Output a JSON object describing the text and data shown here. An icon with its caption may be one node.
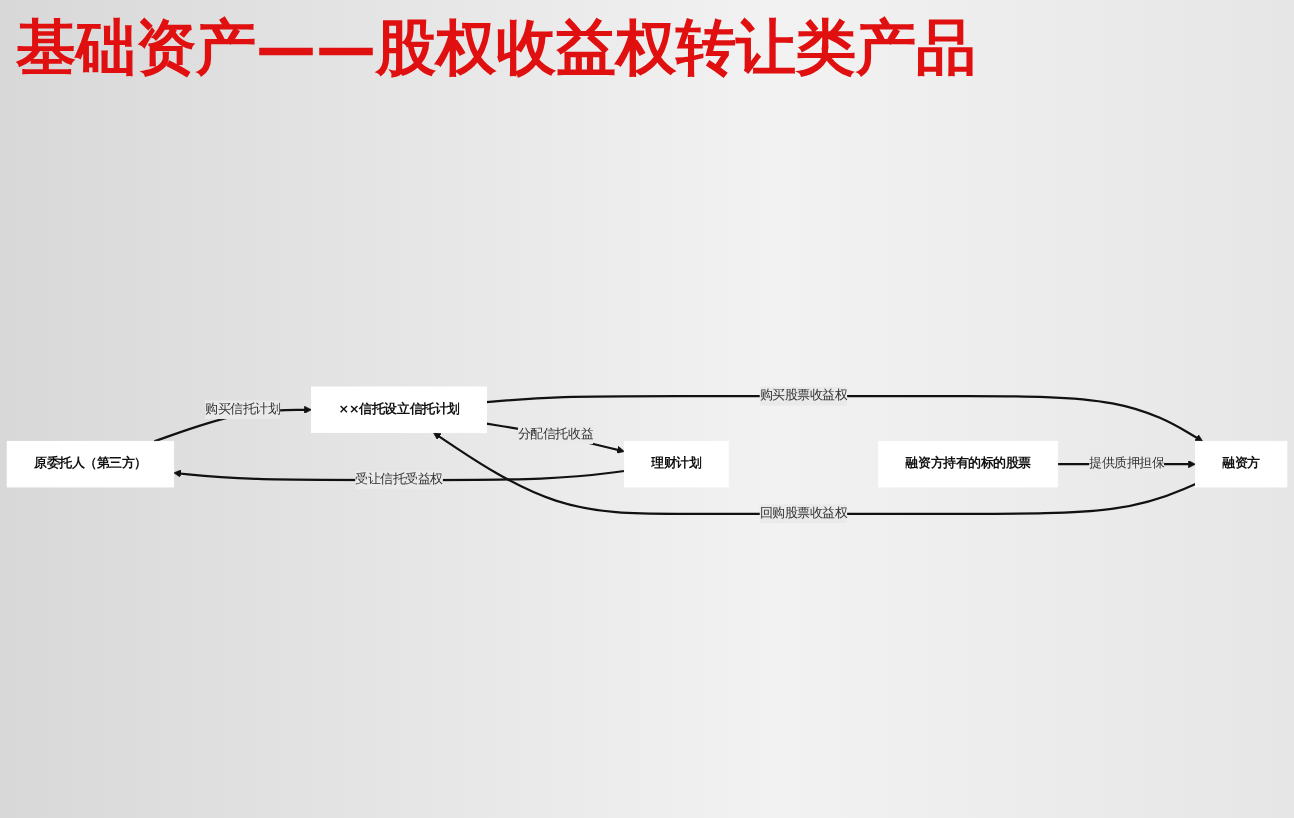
{
  "diagram": {
    "title": "基础资产——股权收益权转让类产品",
    "nodes": [
      {
        "text": [
          "原委托人（第三方）"
        ]
      },
      {
        "text": [
          "××信托设立信托计划"
        ]
      },
      {
        "text": [
          "融资方"
        ]
      },
      {
        "text": [
          "理财计划"
        ]
      },
      {
        "text": [
          "融资方持有的标的股票"
        ]
      }
    ],
    "edges": [
      {
        "from": 0,
        "to": 1,
        "arrow": "to",
        "label": "购买信托计划"
      },
      {
        "from": 1,
        "to": 2,
        "arrow": "to",
        "label": "购买股票收益权"
      },
      {
        "from": 2,
        "to": 1,
        "arrow": "to",
        "label": "回购股票收益权"
      },
      {
        "from": 1,
        "to": 3,
        "arrow": "to",
        "label": "分配信托收益"
      },
      {
        "from": 3,
        "to": 0,
        "arrow": "to",
        "label": "受让信托受益权"
      },
      {
        "from": 4,
        "to": 2,
        "arrow": "to",
        "label": "提供质押担保"
      }
    ]
  }
}
